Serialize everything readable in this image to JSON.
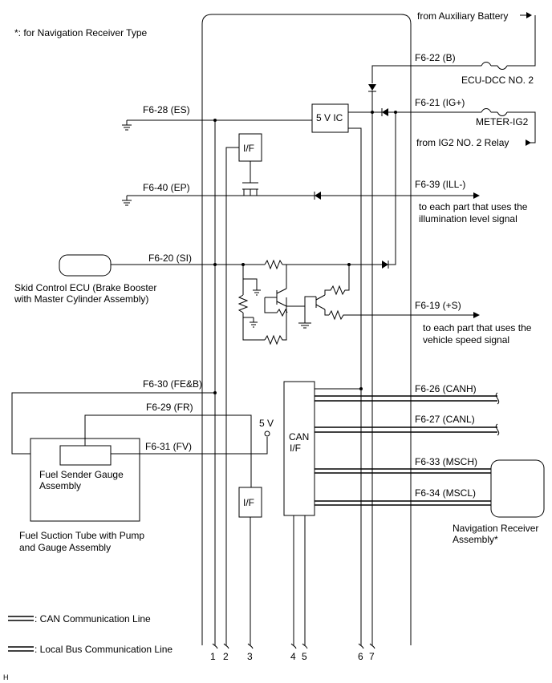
{
  "note": "*: for Navigation Receiver Type",
  "pins": {
    "es": "F6-28 (ES)",
    "ep": "F6-40 (EP)",
    "si": "F6-20 (SI)",
    "feb": "F6-30 (FE&B)",
    "fr": "F6-29 (FR)",
    "fv": "F6-31 (FV)",
    "b": "F6-22 (B)",
    "ig": "F6-21 (IG+)",
    "ill": "F6-39 (ILL-)",
    "s": "F6-19 (+S)",
    "canh": "F6-26 (CANH)",
    "canl": "F6-27 (CANL)",
    "msch": "F6-33 (MSCH)",
    "mscl": "F6-34 (MSCL)"
  },
  "sources": {
    "aux": "from Auxiliary Battery",
    "fuse1": "ECU-DCC NO. 2",
    "fuse2": "METER-IG2",
    "relay": "from IG2 NO. 2 Relay"
  },
  "blocks": {
    "vic": "5 V IC",
    "if1": "I/F",
    "if2": "I/F",
    "can1": "CAN",
    "can2": "I/F",
    "v5": "5 V"
  },
  "outputs": {
    "ill1": "to each part that uses the",
    "ill2": "illumination level signal",
    "spd1": "to each part that uses the",
    "spd2": "vehicle speed signal"
  },
  "components": {
    "skid1": "Skid Control ECU (Brake Booster",
    "skid2": "with Master Cylinder Assembly)",
    "sender1": "Fuel Sender Gauge",
    "sender2": "Assembly",
    "tube1": "Fuel Suction Tube with Pump",
    "tube2": "and Gauge Assembly",
    "nav1": "Navigation Receiver",
    "nav2": "Assembly*"
  },
  "legend": {
    "can": ": CAN Communication Line",
    "local": ": Local Bus Communication Line"
  },
  "terminals": [
    "1",
    "2",
    "3",
    "4",
    "5",
    "6",
    "7"
  ],
  "corner": "H"
}
